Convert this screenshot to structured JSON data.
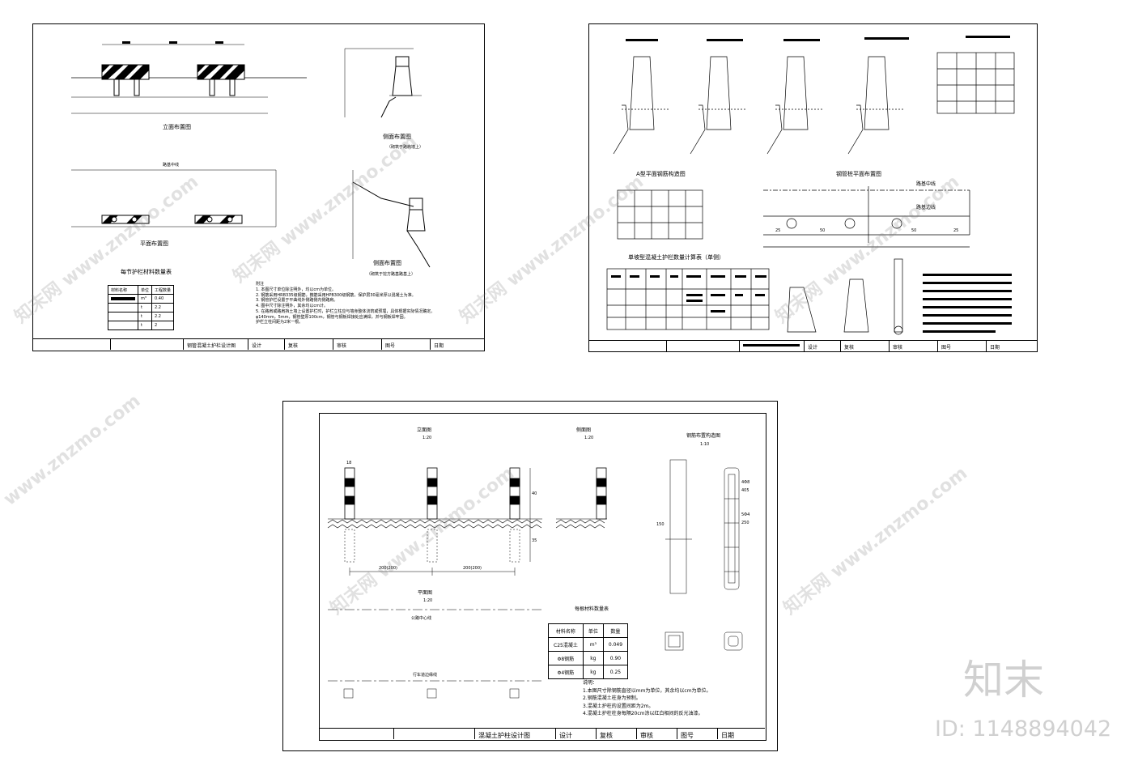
{
  "sheet1": {
    "elev_title": "立面布置图",
    "side1_title": "侧面布置图",
    "side1_note": "（砌筑于路肩墙上）",
    "road_center_label": "路基中线",
    "plan_title": "平面布置图",
    "side2_title": "侧面布置图",
    "side2_note": "（砌筑于挖方路基路基上）",
    "material_title": "每节护栏材料数量表",
    "mat_headers": [
      "材料名称",
      "单位",
      "工程数量"
    ],
    "mat_rows": [
      [
        "",
        "m³",
        "0.40"
      ],
      [
        "",
        "t",
        "2.2"
      ],
      [
        "",
        "t",
        "2.2"
      ],
      [
        "",
        "t",
        "2"
      ]
    ],
    "notes_label": "附注",
    "notes": [
      "1. 本图尺寸单位除注明外，均以cm为单位。",
      "2. 钢筋采用HRB335级钢筋，箍筋采用HPB300级钢筋，保护层30毫米厚以混凝土为准。",
      "3. 钢管护栏设置于平曲线外侧路侧内侧路肩。",
      "4. 图中尺寸除注明外，其余均以cm计。",
      "5. 在路肩或路肩挡土墙上设置护栏时，护栏立柱应与墙身整体浇筑或预埋，具体根据实际情况确定。",
      "   φ140mm，5mm，钢管壁厚100cm，钢管与钢板焊接处应满焊，并与钢板焊牢固。",
      "   护栏立柱间距为2米一根。"
    ],
    "titleblock": [
      "",
      "",
      "钢管混凝土护栏设计图",
      "设计",
      "复核",
      "审核",
      "图号",
      "日期"
    ]
  },
  "sheet2": {
    "rebar_title": "A型平面钢筋构造图",
    "plan_title": "钢管桩平面布置图",
    "road_center": "路基中线",
    "road_edge": "路基边线",
    "dims": [
      "25",
      "50",
      "50",
      "25"
    ],
    "table_title": "单坡型混凝土护栏数量计算表（单侧）",
    "titleblock": [
      "",
      "",
      "",
      "设计",
      "复核",
      "审核",
      "图号",
      "日期"
    ]
  },
  "sheet3": {
    "elev_title": "立面图",
    "elev_scale": "1:20",
    "side_title": "侧面图",
    "side_scale": "1:20",
    "rebar_title": "钢筋布置构造图",
    "rebar_scale": "1:10",
    "plan_title": "平面图",
    "plan_scale": "1:20",
    "road_center": "公路中心线",
    "lane_edge": "行车道边缘线",
    "span1": "200(200)",
    "span2": "200(200)",
    "post_w": "18",
    "post_h_above": "40",
    "post_h_below": "35",
    "rebar_a": "4Φ8",
    "rebar_a_len": "405",
    "rebar_b": "5Φ4",
    "rebar_b_len": "250",
    "rebar_height": "150",
    "table_title": "每根材料数量表",
    "table_headers": [
      "材料名称",
      "单位",
      "数量"
    ],
    "table_rows": [
      [
        "C25混凝土",
        "m³",
        "0.049"
      ],
      [
        "Φ8钢筋",
        "kg",
        "0.90"
      ],
      [
        "Φ4钢筋",
        "kg",
        "0.25"
      ]
    ],
    "notes_label": "说明：",
    "notes": [
      "1.本图尺寸除钢筋直径以mm为单位，其余均以cm为单位。",
      "2.钢筋混凝土柱身为预制。",
      "3.混凝土护柱的设置间距为2m。",
      "4.混凝土护柱柱身每隔20cm涂以红白相间的反光油漆。"
    ],
    "titleblock": [
      "",
      "",
      "混凝土护柱设计图",
      "设计",
      "复核",
      "审核",
      "图号",
      "日期"
    ]
  },
  "watermark": {
    "site": "www.znzmo.com",
    "cn": "知末网",
    "brand_logo": "知末",
    "brand_id": "ID: 1148894042"
  }
}
